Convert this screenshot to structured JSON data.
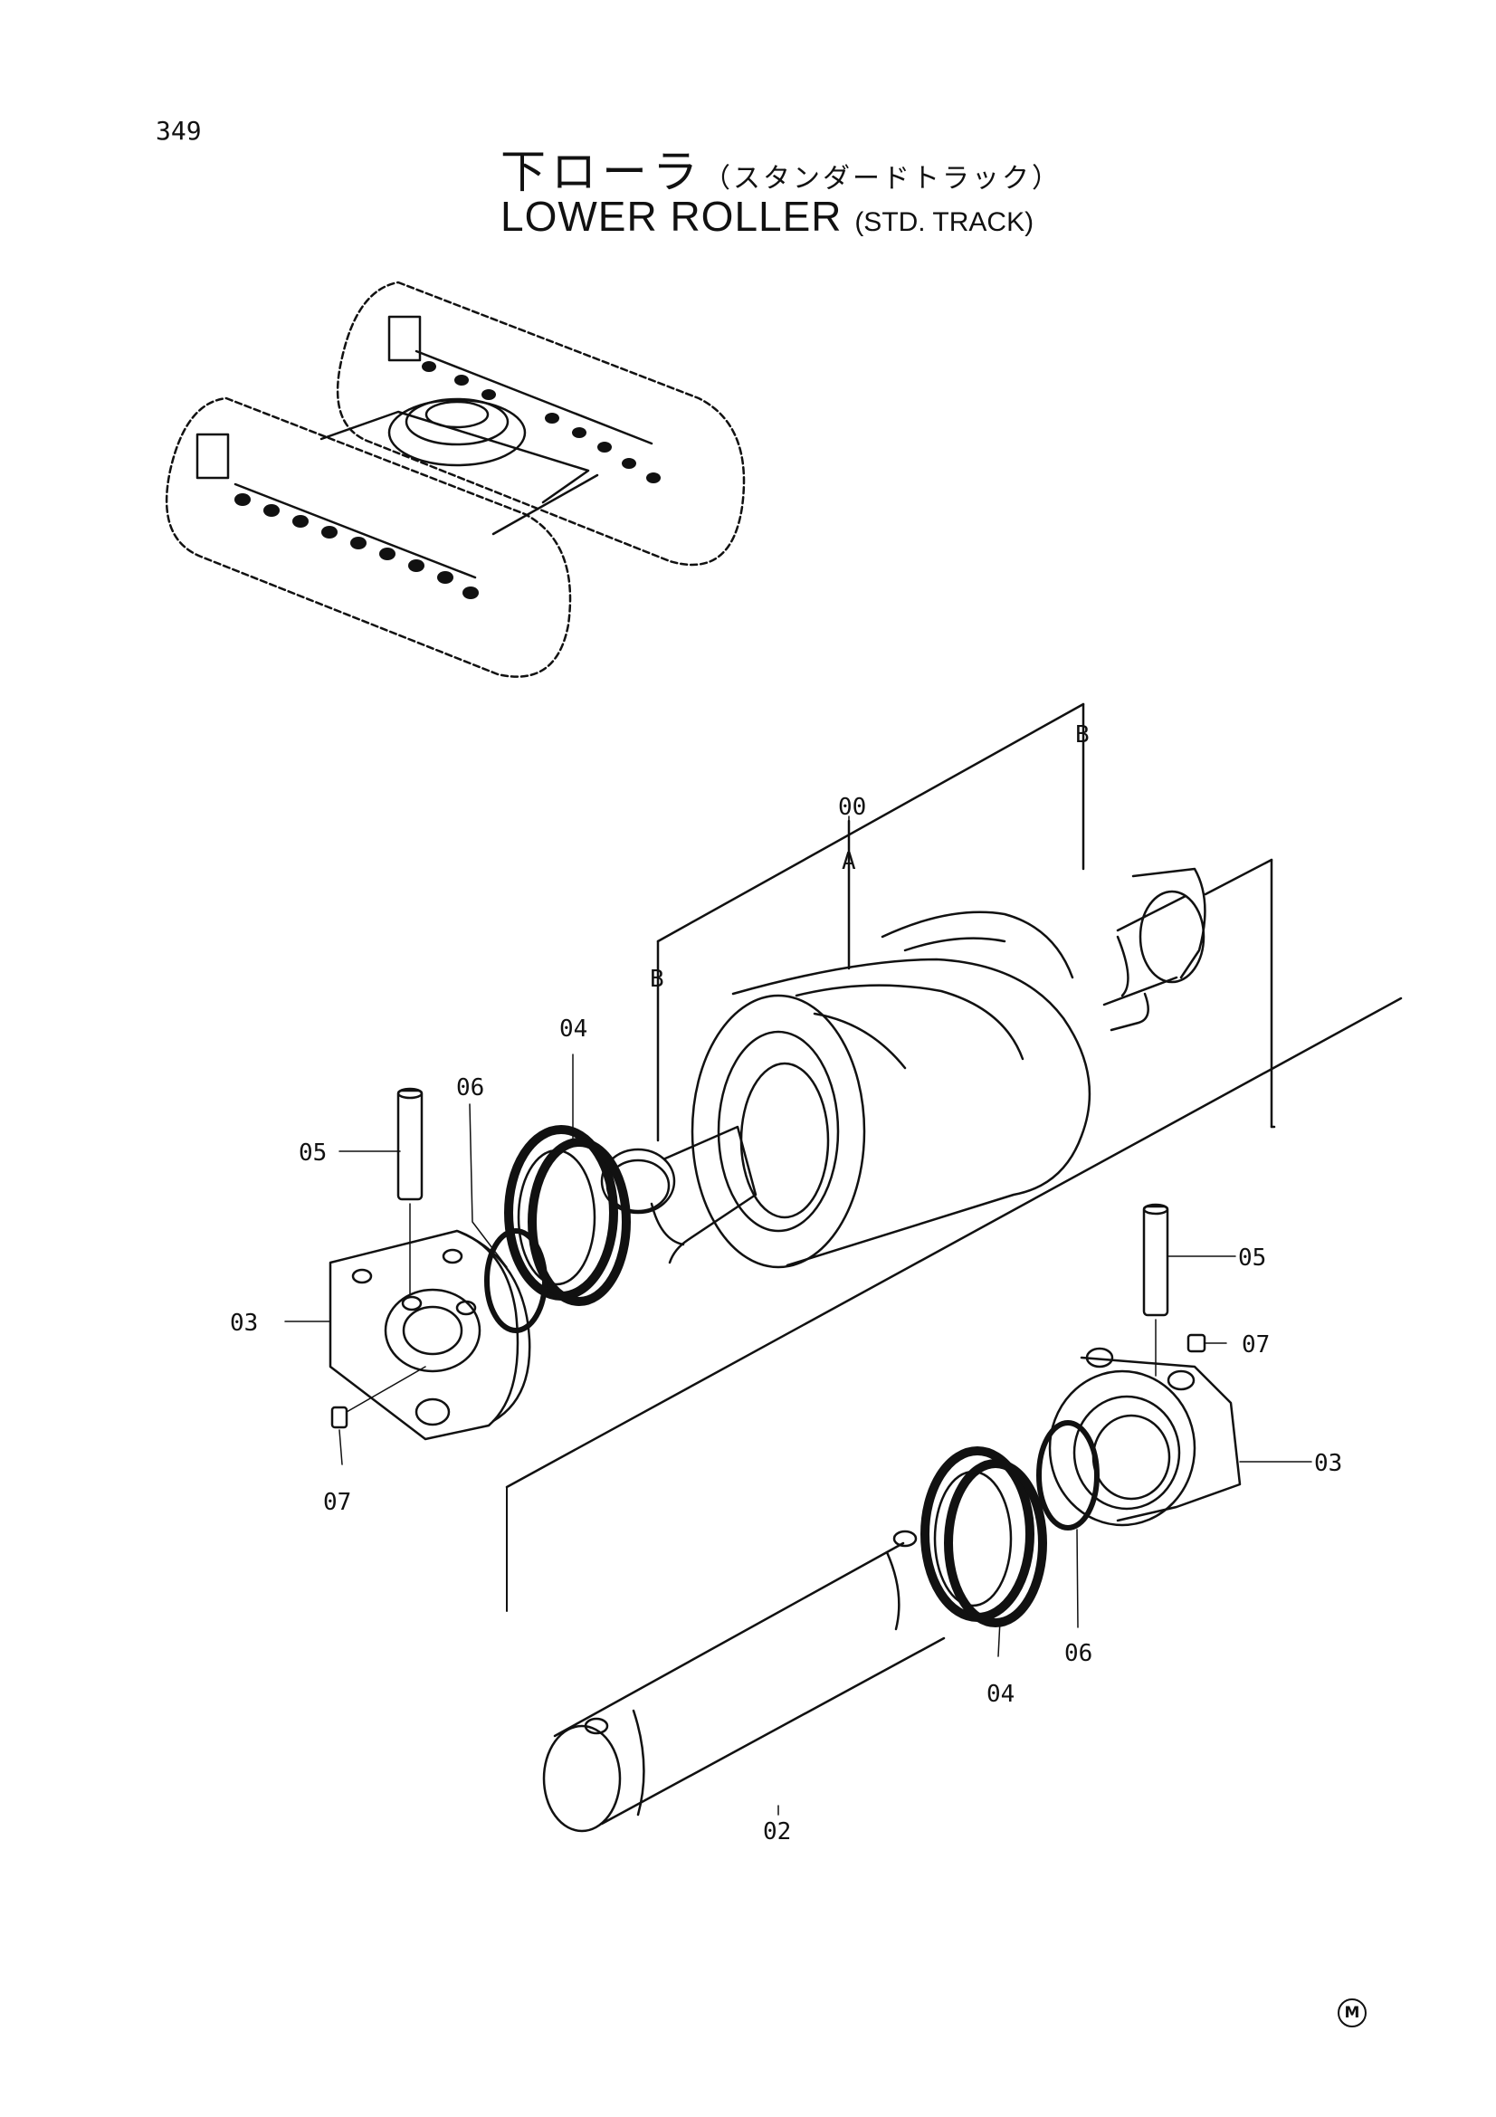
{
  "header": {
    "page_number": "349",
    "title_ja": "下ローラ",
    "title_ja_sub": "（スタンダードトラック）",
    "title_en": "LOWER ROLLER",
    "title_en_sub": "(STD. TRACK)"
  },
  "callouts": {
    "assembly": "00",
    "roller": "A",
    "collar_top": "B",
    "collar_left": "B",
    "pin_left": "05",
    "pin_right": "05",
    "oring_left": "06",
    "oring_right": "06",
    "seal_left": "04",
    "seal_right": "04",
    "bracket_left": "03",
    "bracket_right": "03",
    "plug_left": "07",
    "plug_right": "07",
    "shaft": "02"
  },
  "footer": {
    "corner_mark": "M"
  }
}
